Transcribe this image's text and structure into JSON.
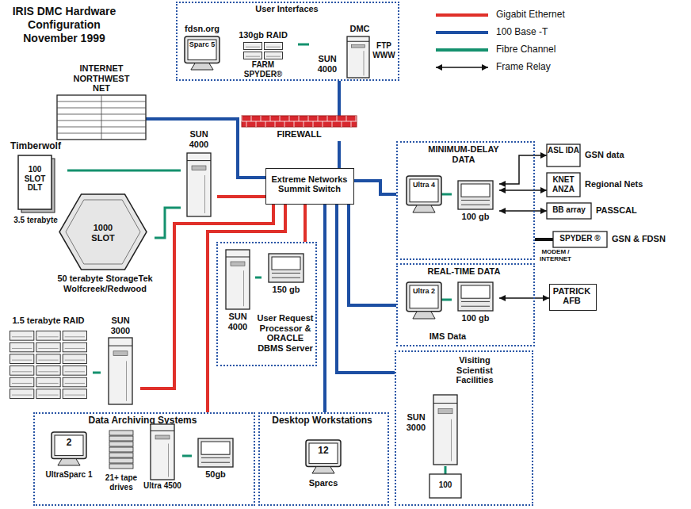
{
  "diagram": {
    "title": "IRIS DMC Hardware Configuration November 1999",
    "nodes": [
      {
        "text": [
          "User Interfaces"
        ]
      },
      {
        "text": [
          "fdsn.org",
          "Sparc 5"
        ],
        "in": 0
      },
      {
        "text": [
          "130gb RAID",
          "FARM SPYDER®"
        ],
        "in": 0
      },
      {
        "text": [
          "DMC",
          "SUN 4000",
          "FTP WWW"
        ],
        "in": 0
      },
      {
        "text": [
          "INTERNET NORTHWEST NET"
        ]
      },
      {
        "text": [
          "FIREWALL"
        ]
      },
      {
        "text": [
          "Timberwolf",
          "100 SLOT DLT",
          "3.5 terabyte"
        ]
      },
      {
        "text": [
          "1000 SLOT",
          "50 terabyte StorageTek Wolfcreek/Redwood"
        ]
      },
      {
        "text": [
          "SUN 4000"
        ]
      },
      {
        "text": [
          "Extreme Networks Summit Switch"
        ]
      },
      {
        "text": [
          "MINIMUM-DELAY DATA"
        ]
      },
      {
        "text": [
          "Ultra 4"
        ],
        "in": 10
      },
      {
        "text": [
          "100 gb"
        ],
        "in": 10
      },
      {
        "text": [
          "ASL IDA",
          "GSN data"
        ]
      },
      {
        "text": [
          "KNET ANZA",
          "Regional Nets"
        ]
      },
      {
        "text": [
          "BB array",
          "PASSCAL"
        ]
      },
      {
        "text": [
          "SPYDER ®",
          "GSN & FDSN"
        ]
      },
      {
        "text": [
          "REAL-TIME DATA",
          "IMS Data"
        ]
      },
      {
        "text": [
          "Ultra 2"
        ],
        "in": 17
      },
      {
        "text": [
          "100 gb"
        ],
        "in": 17
      },
      {
        "text": [
          "PATRICK AFB"
        ]
      },
      {
        "text": [
          "1.5 terabyte RAID"
        ]
      },
      {
        "text": [
          "SUN 3000"
        ]
      },
      {
        "text": [
          "User Request Processor & ORACLE DBMS Server"
        ]
      },
      {
        "text": [
          "SUN 4000"
        ],
        "in": 23
      },
      {
        "text": [
          "150 gb"
        ],
        "in": 23
      },
      {
        "text": [
          "Visiting Scientist Facilities"
        ]
      },
      {
        "text": [
          "SUN 3000"
        ],
        "in": 26
      },
      {
        "text": [
          "100"
        ],
        "in": 26
      },
      {
        "text": [
          "Data Archiving Systems"
        ]
      },
      {
        "text": [
          "2",
          "UltraSparc 1"
        ],
        "in": 29
      },
      {
        "text": [
          "21+ tape drives"
        ],
        "in": 29
      },
      {
        "text": [
          "Ultra 4500"
        ],
        "in": 29
      },
      {
        "text": [
          "50gb"
        ],
        "in": 29
      },
      {
        "text": [
          "Desktop Workstations"
        ]
      },
      {
        "text": [
          "12",
          "Sparcs"
        ],
        "in": 34
      }
    ],
    "edges": [
      {
        "from": 2,
        "to": 3,
        "arrow": "none"
      },
      {
        "from": 0,
        "to": 5,
        "arrow": "none"
      },
      {
        "from": 5,
        "to": 9,
        "arrow": "none"
      },
      {
        "from": 4,
        "to": 9,
        "arrow": "none"
      },
      {
        "from": 6,
        "to": 8,
        "arrow": "none"
      },
      {
        "from": 7,
        "to": 8,
        "arrow": "none"
      },
      {
        "from": 8,
        "to": 9,
        "arrow": "none"
      },
      {
        "from": 21,
        "to": 22,
        "arrow": "none"
      },
      {
        "from": 22,
        "to": 9,
        "arrow": "none"
      },
      {
        "from": 24,
        "to": 25,
        "arrow": "none"
      },
      {
        "from": 23,
        "to": 9,
        "arrow": "none"
      },
      {
        "from": 32,
        "to": 33,
        "arrow": "none"
      },
      {
        "from": 29,
        "to": 9,
        "arrow": "none"
      },
      {
        "from": 34,
        "to": 9,
        "arrow": "none"
      },
      {
        "from": 9,
        "to": 10,
        "arrow": "none"
      },
      {
        "from": 11,
        "to": 12,
        "arrow": "none"
      },
      {
        "from": 13,
        "to": 12,
        "arrow": "both"
      },
      {
        "from": 14,
        "to": 12,
        "arrow": "both"
      },
      {
        "from": 15,
        "to": 12,
        "arrow": "both"
      },
      {
        "from": 16,
        "to": 10,
        "label": "MODEM / INTERNET",
        "arrow": "none"
      },
      {
        "from": 9,
        "to": 17,
        "arrow": "none"
      },
      {
        "from": 18,
        "to": 19,
        "arrow": "none"
      },
      {
        "from": 20,
        "to": 19,
        "arrow": "both"
      },
      {
        "from": 9,
        "to": 26,
        "arrow": "none"
      },
      {
        "from": 27,
        "to": 28,
        "arrow": "none"
      }
    ],
    "legend": [
      {
        "text": "Gigabit Ethernet"
      },
      {
        "text": "100 Base -T"
      },
      {
        "text": "Fibre Channel"
      },
      {
        "text": "Frame Relay"
      }
    ]
  }
}
